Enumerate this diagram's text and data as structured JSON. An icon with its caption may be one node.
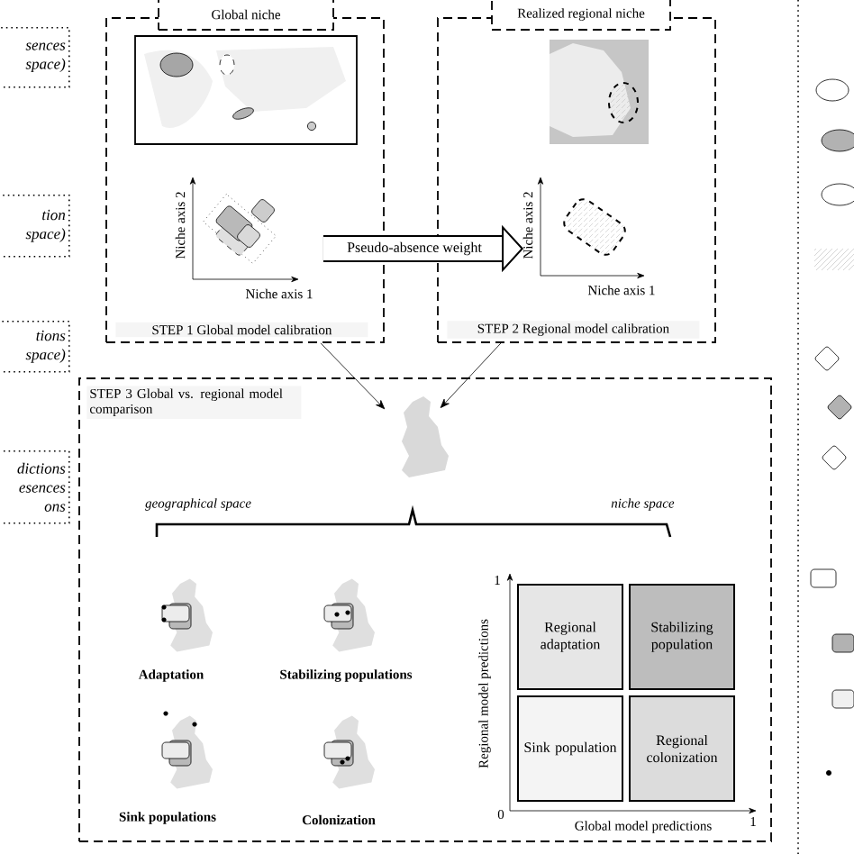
{
  "diagram": {
    "nodes": [
      {
        "text": [
          "Global niche",
          "STEP 1 Global model calibration"
        ]
      },
      {
        "text": [
          "Realized regional niche",
          "STEP 2 Regional model calibration"
        ]
      },
      {
        "text": [
          "STEP 3 Global vs. regional model comparison"
        ]
      },
      {
        "text": [],
        "shape": "picture",
        "in": 2
      },
      {
        "text": [
          "Regional adaptation"
        ],
        "in": 2
      },
      {
        "text": [
          "Stabilizing population"
        ],
        "in": 2
      },
      {
        "text": [
          "Sink population"
        ],
        "in": 2
      },
      {
        "text": [
          "Regional colonization"
        ],
        "in": 2
      },
      {
        "text": [
          "sences space)"
        ]
      },
      {
        "text": [
          "tion space)"
        ]
      },
      {
        "text": [
          "tions space)"
        ]
      },
      {
        "text": [
          "dictions esences ons"
        ]
      }
    ],
    "edges": [
      {
        "from": 0,
        "to": 1,
        "arrow": "to",
        "label": "Pseudo-absence weight",
        "style": "thick"
      },
      {
        "from": 0,
        "to": 3,
        "arrow": "to"
      },
      {
        "from": 1,
        "to": 3,
        "arrow": "to"
      }
    ],
    "labels": [
      "Niche axis 2",
      "Niche axis 1",
      "Niche axis 2",
      "Niche axis 1",
      "geographical space",
      "niche space",
      "Adaptation",
      "Stabilizing populations",
      "Sink populations",
      "Colonization",
      "1",
      "Regional model predictions",
      "0",
      "Global model predictions",
      "1"
    ]
  }
}
